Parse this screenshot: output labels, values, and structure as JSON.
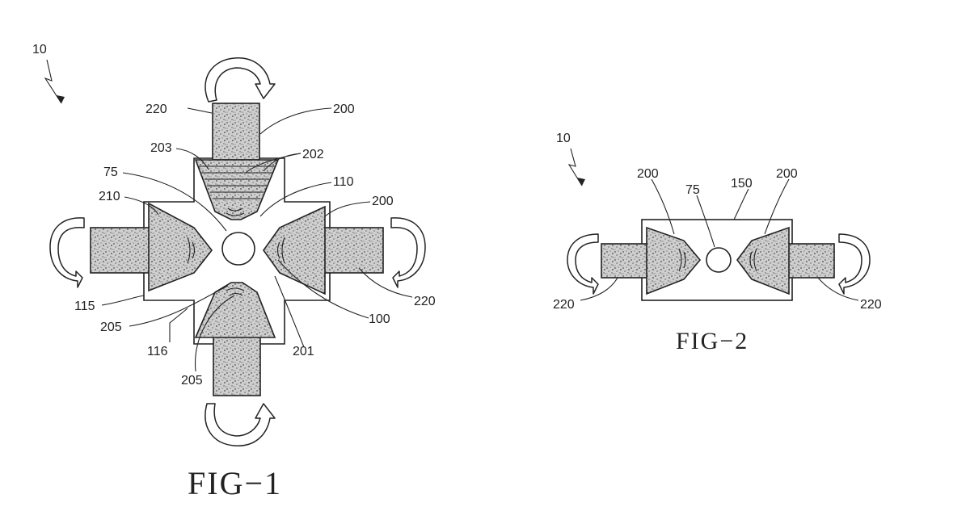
{
  "fig1": {
    "title": "FIG−1",
    "refs": {
      "r10": "10",
      "r220_top": "220",
      "r200_top": "200",
      "r203": "203",
      "r202": "202",
      "r75": "75",
      "r110": "110",
      "r210": "210",
      "r200_right": "200",
      "r115": "115",
      "r205_left": "205",
      "r116": "116",
      "r205_bottom": "205",
      "r201": "201",
      "r100": "100",
      "r220_right": "220"
    }
  },
  "fig2": {
    "title": "FIG−2",
    "refs": {
      "r10": "10",
      "r200_left": "200",
      "r75": "75",
      "r150": "150",
      "r200_right": "200",
      "r220_left": "220",
      "r220_right": "220"
    }
  }
}
